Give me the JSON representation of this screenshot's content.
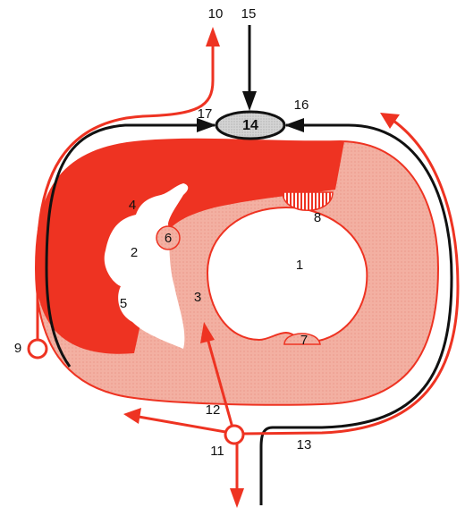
{
  "colors": {
    "red": "#ee3322",
    "pink": "#f3b0a2",
    "black": "#111111",
    "white": "#ffffff",
    "node_gray": "#cfcfcf"
  },
  "labels": {
    "l1": "1",
    "l2": "2",
    "l3": "3",
    "l4": "4",
    "l5": "5",
    "l6": "6",
    "l7": "7",
    "l8": "8",
    "l9": "9",
    "l10": "10",
    "l11": "11",
    "l12": "12",
    "l13": "13",
    "l14": "14",
    "l15": "15",
    "l16": "16",
    "l17": "17"
  }
}
